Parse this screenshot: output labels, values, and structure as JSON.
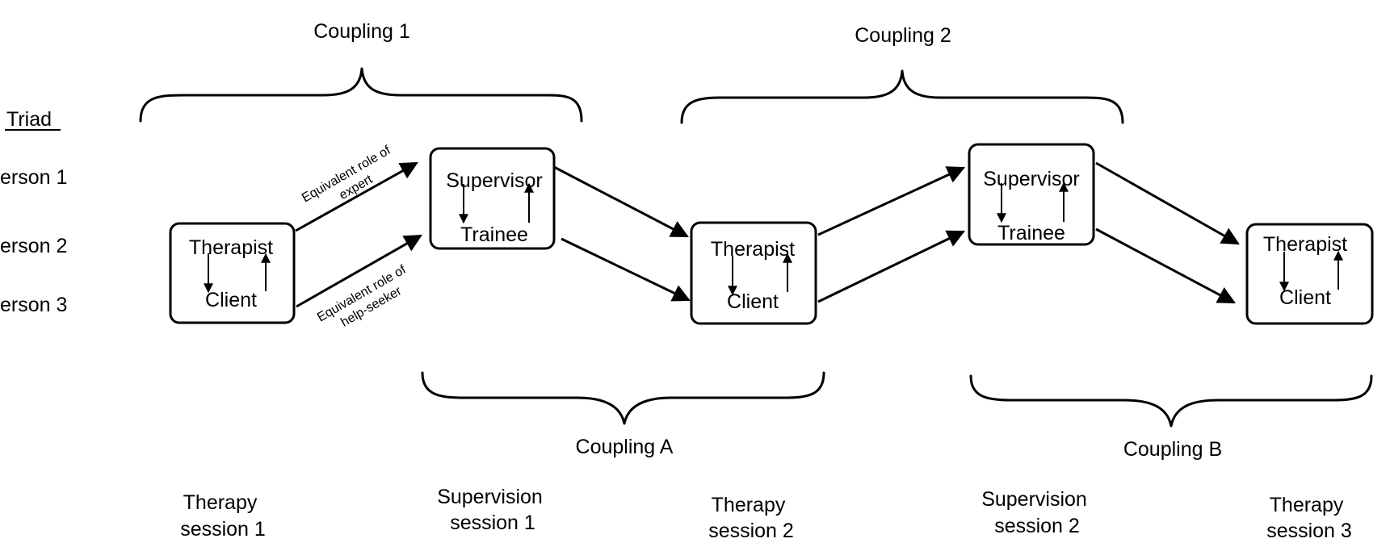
{
  "triad": {
    "heading": "Triad",
    "persons": [
      "erson 1",
      "erson 2",
      "erson 3"
    ]
  },
  "couplings": {
    "c1": "Coupling 1",
    "c2": "Coupling 2",
    "ca": "Coupling A",
    "cb": "Coupling B"
  },
  "boxes": {
    "therapy1": {
      "top": "Therapist",
      "bottom": "Client"
    },
    "supervision1": {
      "top": "Supervisor",
      "bottom": "Trainee"
    },
    "therapy2": {
      "top": "Therapist",
      "bottom": "Client"
    },
    "supervision2": {
      "top": "Supervisor",
      "bottom": "Trainee"
    },
    "therapy3": {
      "top": "Therapist",
      "bottom": "Client"
    }
  },
  "role_labels": {
    "expert_line1": "Equivalent role of",
    "expert_line2": "expert",
    "help_line1": "Equivalent role of",
    "help_line2": "help-seeker"
  },
  "sessions": {
    "s1": {
      "line1": "Therapy",
      "line2": "session 1"
    },
    "s2": {
      "line1": "Supervision",
      "line2": "session 1"
    },
    "s3": {
      "line1": "Therapy",
      "line2": "session 2"
    },
    "s4": {
      "line1": "Supervision",
      "line2": "session 2"
    },
    "s5": {
      "line1": "Therapy",
      "line2": "session 3"
    }
  }
}
